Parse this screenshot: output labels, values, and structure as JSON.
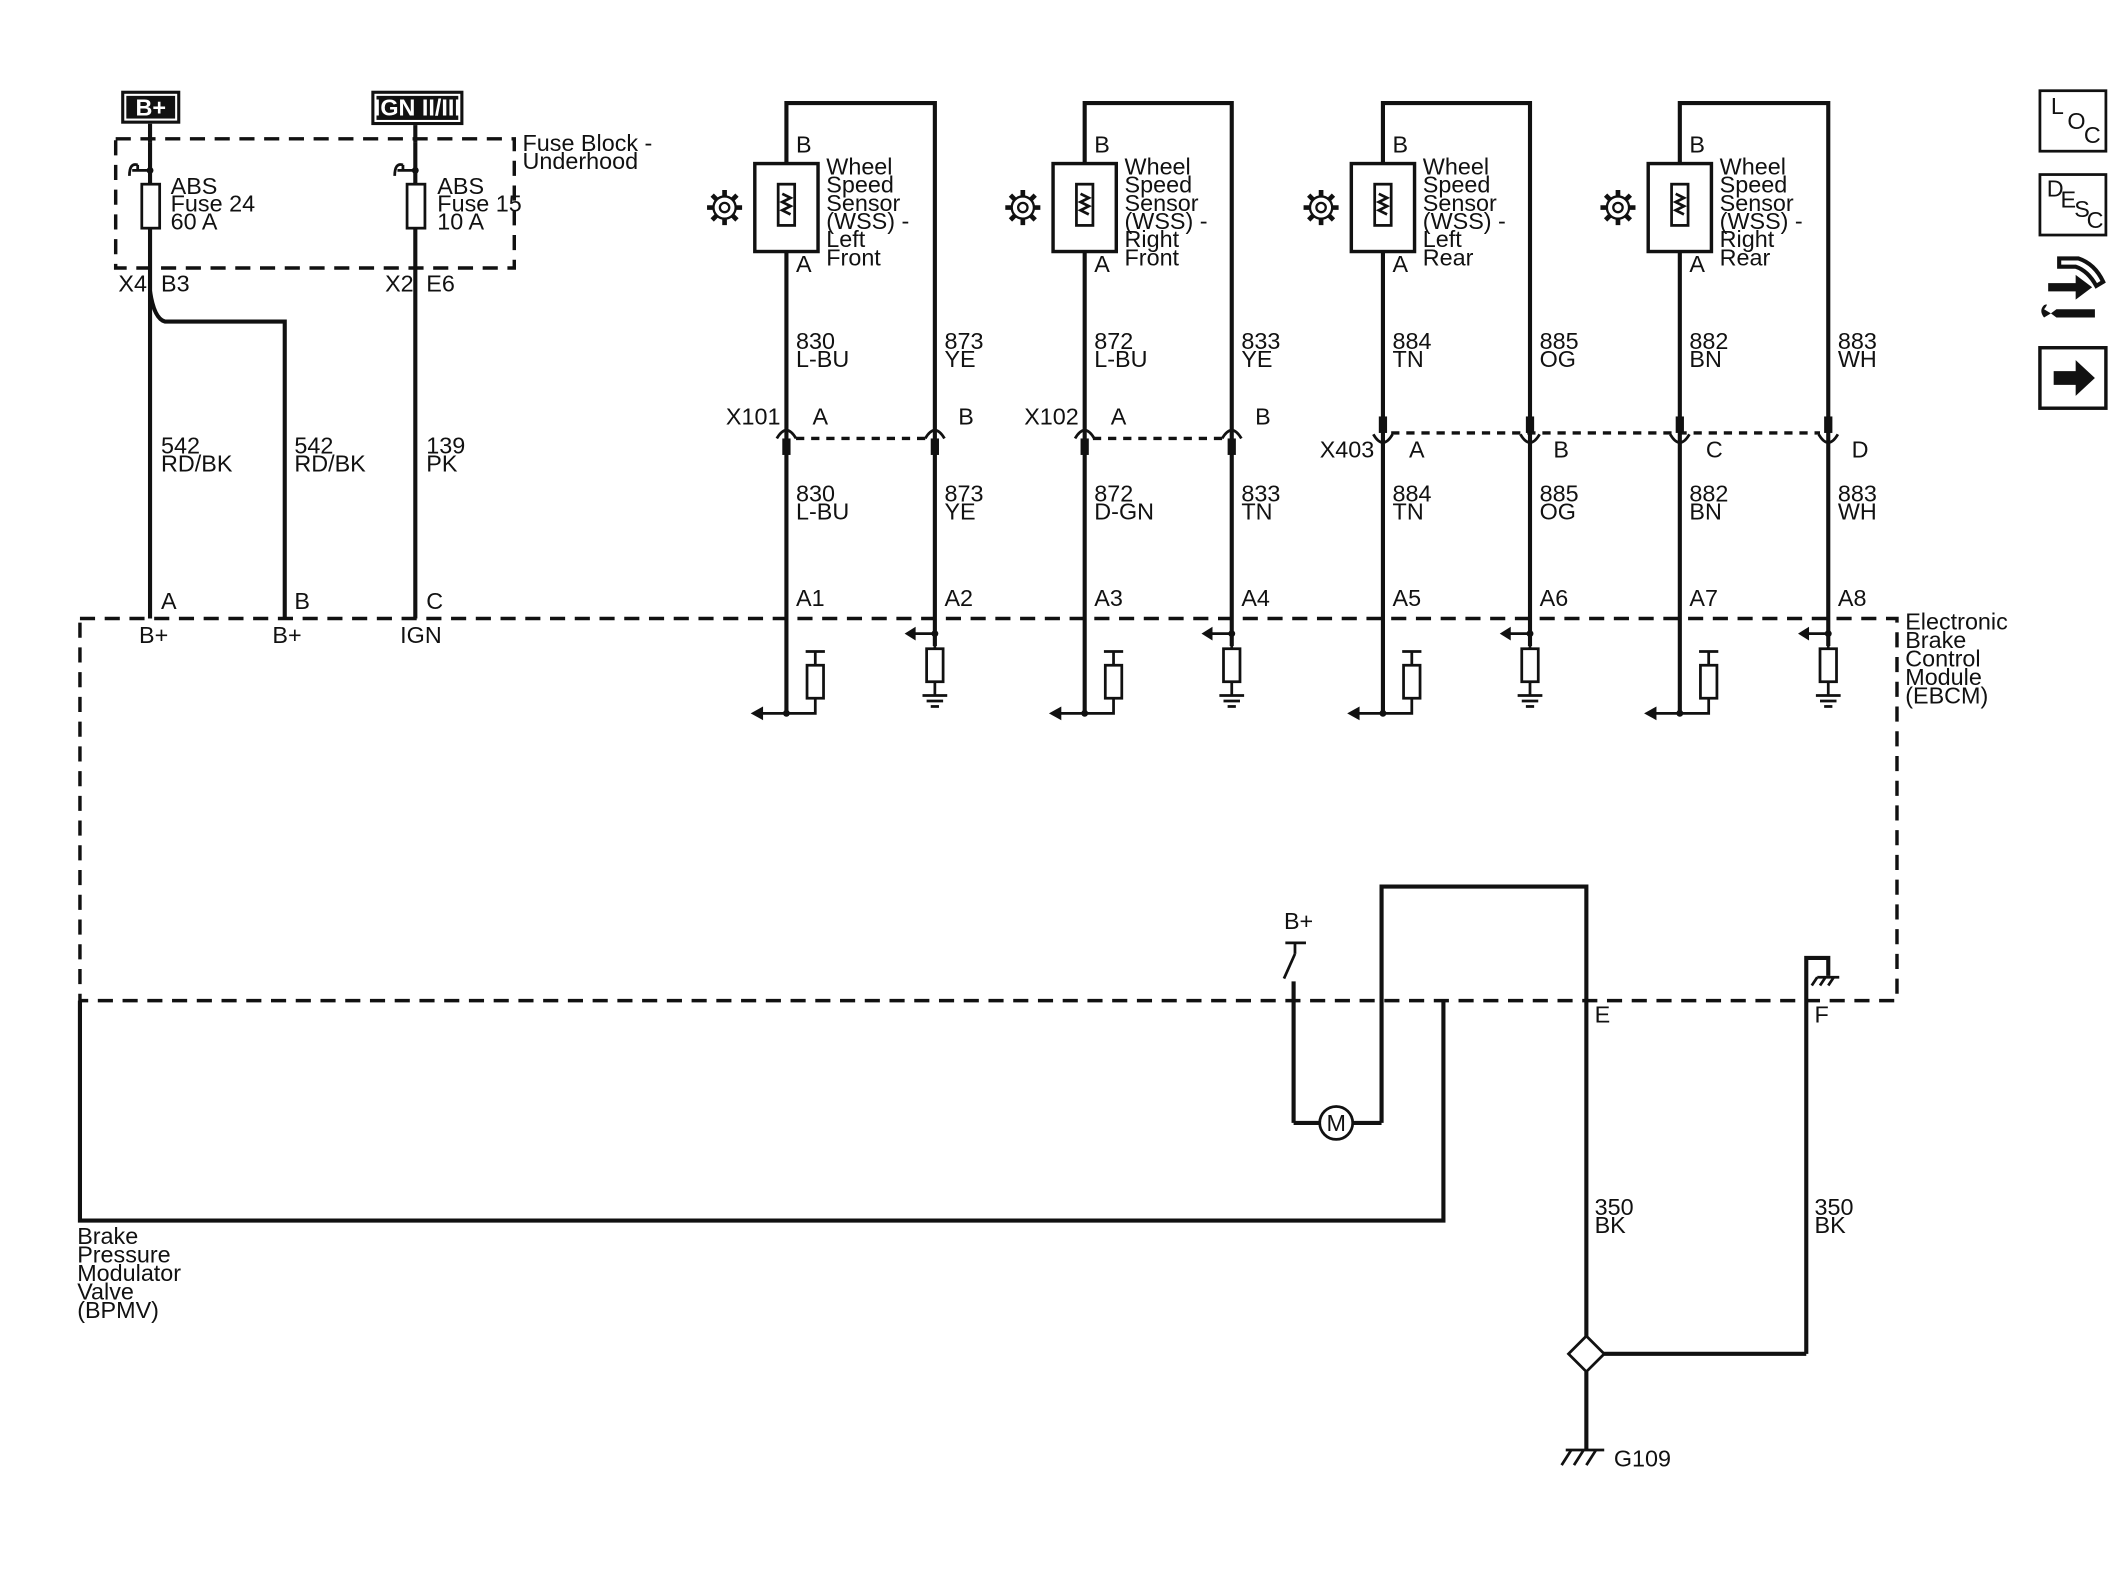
{
  "power": {
    "bplus": "B+",
    "ign": "IGN II/III"
  },
  "fuse_block": {
    "label": [
      "Fuse Block -",
      "Underhood"
    ],
    "fuse1": [
      "ABS",
      "Fuse 24",
      "60 A"
    ],
    "fuse2": [
      "ABS",
      "Fuse 15",
      "10 A"
    ],
    "x4": "X4",
    "b3": "B3",
    "x2": "X2",
    "e6": "E6"
  },
  "power_wires": {
    "w1": [
      "542",
      "RD/BK"
    ],
    "w2": [
      "542",
      "RD/BK"
    ],
    "w3": [
      "139",
      "PK"
    ],
    "pinA": "A",
    "pinB": "B",
    "pinC": "C",
    "bplus1": "B+",
    "bplus2": "B+",
    "ign": "IGN"
  },
  "sensors": [
    {
      "name": [
        "Wheel",
        "Speed",
        "Sensor",
        "(WSS) -",
        "Left",
        "Front"
      ],
      "pinB": "B",
      "pinA": "A",
      "up": [
        [
          "830",
          "L-BU"
        ],
        [
          "873",
          "YE"
        ]
      ],
      "conn": "X101",
      "cpins": [
        "A",
        "B"
      ],
      "down": [
        [
          "830",
          "L-BU"
        ],
        [
          "873",
          "YE"
        ]
      ],
      "epins": [
        "A1",
        "A2"
      ]
    },
    {
      "name": [
        "Wheel",
        "Speed",
        "Sensor",
        "(WSS) -",
        "Right",
        "Front"
      ],
      "pinB": "B",
      "pinA": "A",
      "up": [
        [
          "872",
          "L-BU"
        ],
        [
          "833",
          "YE"
        ]
      ],
      "conn": "X102",
      "cpins": [
        "A",
        "B"
      ],
      "down": [
        [
          "872",
          "D-GN"
        ],
        [
          "833",
          "TN"
        ]
      ],
      "epins": [
        "A3",
        "A4"
      ]
    },
    {
      "name": [
        "Wheel",
        "Speed",
        "Sensor",
        "(WSS) -",
        "Left",
        "Rear"
      ],
      "pinB": "B",
      "pinA": "A",
      "up": [
        [
          "884",
          "TN"
        ],
        [
          "885",
          "OG"
        ]
      ],
      "conn": "X403",
      "cpins": [
        "A",
        "B"
      ],
      "down": [
        [
          "884",
          "TN"
        ],
        [
          "885",
          "OG"
        ]
      ],
      "epins": [
        "A5",
        "A6"
      ]
    },
    {
      "name": [
        "Wheel",
        "Speed",
        "Sensor",
        "(WSS) -",
        "Right",
        "Rear"
      ],
      "pinB": "B",
      "pinA": "A",
      "up": [
        [
          "882",
          "BN"
        ],
        [
          "883",
          "WH"
        ]
      ],
      "conn": "",
      "cpins": [
        "C",
        "D"
      ],
      "down": [
        [
          "882",
          "BN"
        ],
        [
          "883",
          "WH"
        ]
      ],
      "epins": [
        "A7",
        "A8"
      ]
    }
  ],
  "ebcm": {
    "label": [
      "Electronic",
      "Brake",
      "Control",
      "Module",
      "(EBCM)"
    ]
  },
  "bpmv": {
    "label": [
      "Brake",
      "Pressure",
      "Modulator",
      "Valve",
      "(BPMV)"
    ]
  },
  "motor": {
    "supply": "B+",
    "symbol": "M"
  },
  "ground": {
    "pinE": "E",
    "pinF": "F",
    "w1": [
      "350",
      "BK"
    ],
    "w2": [
      "350",
      "BK"
    ],
    "name": "G109"
  },
  "sidebar": {
    "loc": [
      "L",
      "O",
      "C"
    ],
    "desc": [
      "D",
      "E",
      "S",
      "C"
    ]
  }
}
